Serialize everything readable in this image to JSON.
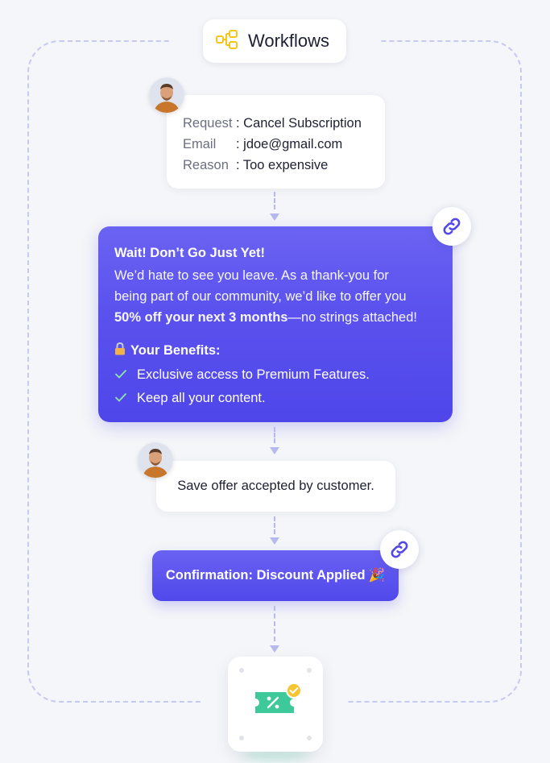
{
  "header": {
    "title": "Workflows",
    "icon": "workflow-icon",
    "accent": "#f5c518"
  },
  "request": {
    "rows": [
      {
        "key": "Request",
        "value": ": Cancel Subscription"
      },
      {
        "key": "Email",
        "value": ": jdoe@gmail.com"
      },
      {
        "key": "Reason",
        "value": ": Too expensive"
      }
    ]
  },
  "offer": {
    "title": "Wait! Don’t Go Just Yet!",
    "body_line1": "We’d hate to see you leave. As a thank-you for",
    "body_line2": "being part of our community, we’d like to offer you",
    "body_bold": "50% off your next 3 months",
    "body_tail": "—no strings attached!",
    "benefits_title": "Your Benefits:",
    "benefits": [
      "Exclusive access to Premium Features.",
      "Keep all your content."
    ],
    "color": "#5a51ee"
  },
  "accepted": {
    "text": "Save offer accepted by customer."
  },
  "confirmation": {
    "text": "Confirmation: Discount Applied",
    "emoji": "🎉"
  },
  "icons": {
    "link": "link-icon",
    "check": "check-icon",
    "lock": "lock-icon",
    "coupon": "coupon-icon",
    "avatar": "avatar"
  }
}
